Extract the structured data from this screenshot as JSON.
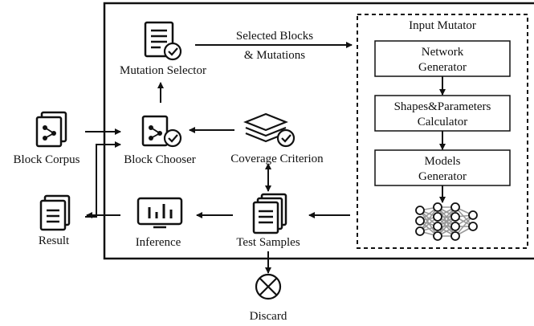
{
  "colors": {
    "ink": "#111111",
    "gray": "#8a8a8a",
    "paper": "#ffffff"
  },
  "external": {
    "block_corpus": "Block Corpus",
    "result": "Result",
    "discard": "Discard"
  },
  "main": {
    "mutation_selector": "Mutation Selector",
    "block_chooser": "Block Chooser",
    "coverage_criterion": "Coverage Criterion",
    "inference": "Inference",
    "test_samples": "Test Samples",
    "selected_line1": "Selected Blocks",
    "selected_line2": "& Mutations"
  },
  "input_mutator": {
    "title": "Input Mutator",
    "network_generator": [
      "Network",
      "Generator"
    ],
    "shapes_calculator": [
      "Shapes&Parameters",
      "Calculator"
    ],
    "models_generator": [
      "Models",
      "Generator"
    ]
  },
  "icons": [
    "mutation-selector-icon",
    "block-chooser-icon",
    "coverage-layers-icon",
    "block-corpus-icon",
    "result-document-icon",
    "inference-monitor-icon",
    "test-samples-icon",
    "discard-x-icon",
    "neural-network-icon"
  ]
}
